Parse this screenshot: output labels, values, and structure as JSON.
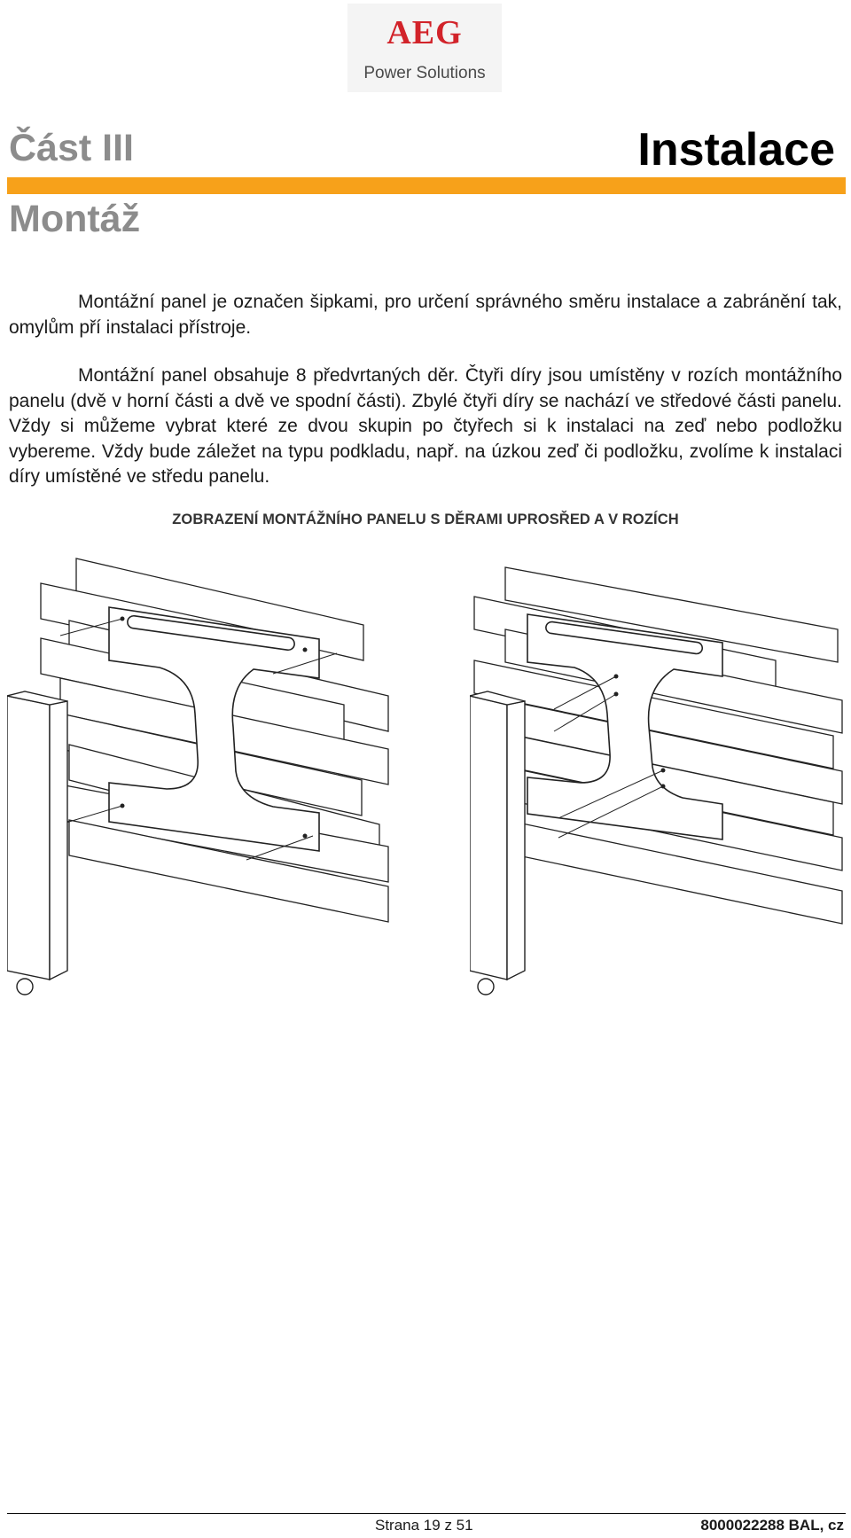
{
  "header": {
    "logo_brand": "AEG",
    "logo_tagline": "Power Solutions",
    "part": "Část III",
    "section": "Instalace",
    "subsection": "Montáž"
  },
  "body": {
    "paragraph_1": "Montážní panel je označen šipkami, pro určení správného směru instalace a zabránění tak, omylům pří instalaci přístroje.",
    "paragraph_2": "Montážní panel obsahuje 8 předvrtaných děr. Čtyři díry jsou umístěny v rozích montážního panelu (dvě v horní části a dvě ve spodní části). Zbylé čtyři díry se nachází ve středové části panelu. Vždy si můžeme vybrat které ze dvou skupin po čtyřech si k instalaci na zeď nebo podložku vybereme. Vždy bude záležet na typu podkladu, např. na úzkou zeď či podložku, zvolíme k instalaci díry umístěné ve středu panelu.",
    "figure_caption": "ZOBRAZENÍ MONTÁŽNÍHO PANELU S DĚRAMI UPROSŘED A V ROZÍCH"
  },
  "footer": {
    "page": "Strana 19 z 51",
    "doc_id": "8000022288 BAL, cz"
  },
  "colors": {
    "accent_bar": "#f7a11a",
    "logo_red": "#d2232a",
    "heading_grey": "#8c8c8c"
  }
}
